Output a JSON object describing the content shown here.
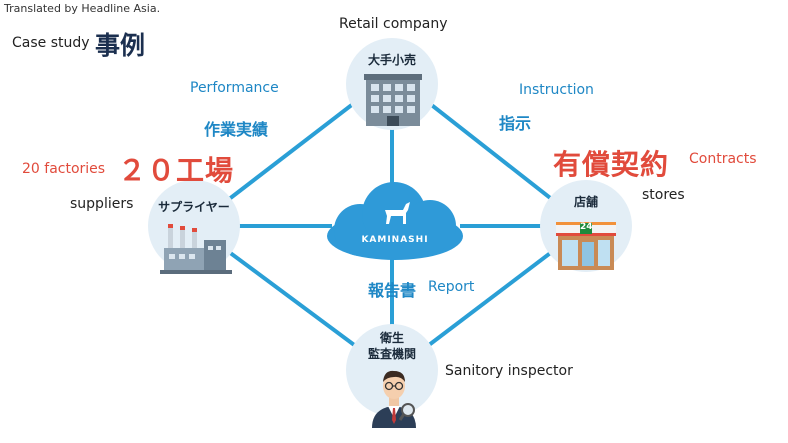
{
  "header": {
    "credit": "Translated by Headline Asia.",
    "case_study_en": "Case study",
    "case_study_jp": "事例"
  },
  "nodes": {
    "top": {
      "caption_en": "Retail company",
      "label_jp": "大手小売"
    },
    "left": {
      "caption_en": "suppliers",
      "label_jp": "サプライヤー"
    },
    "right": {
      "caption_en": "stores",
      "label_jp": "店舗",
      "sign_number": "24"
    },
    "bottom": {
      "caption_en": "Sanitory inspector",
      "label_jp_line1": "衛生",
      "label_jp_line2": "監査機関"
    },
    "center": {
      "brand": "KAMINASHI"
    }
  },
  "edges": {
    "performance_en": "Performance",
    "performance_jp": "作業実績",
    "instruction_en": "Instruction",
    "instruction_jp": "指示",
    "contracts_en": "Contracts",
    "contracts_jp": "有償契約",
    "factories_en": "20 factories",
    "factories_jp": "２０工場",
    "report_jp": "報告書",
    "report_en": "Report"
  },
  "colors": {
    "line": "#2a9fd6",
    "accent_blue": "#1e87c5",
    "accent_red": "#e14b3c",
    "node_bg": "#e3eef6",
    "cloud": "#2f9ad8"
  }
}
